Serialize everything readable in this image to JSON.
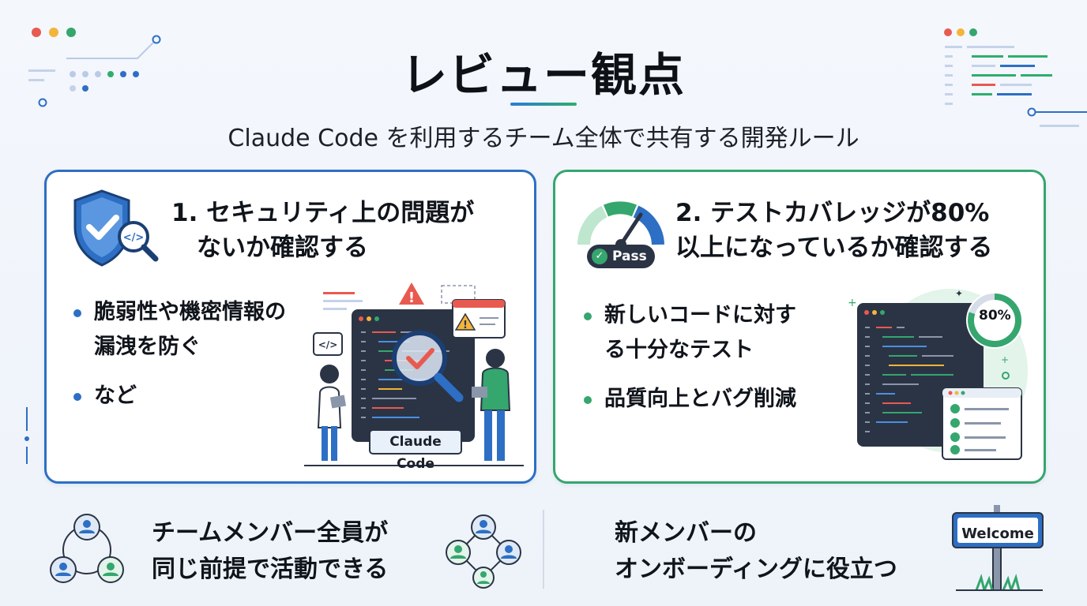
{
  "header": {
    "title": "レビュー観点",
    "subtitle": "Claude Code を利用するチーム全体で共有する開発ルール"
  },
  "card_security": {
    "heading_line1": "1. セキュリティ上の問題が",
    "heading_line2": "ないか確認する",
    "bullets": [
      "脆弱性や機密情報の",
      "漏洩を防ぐ",
      "など"
    ],
    "illustration_label": "Claude Code"
  },
  "card_coverage": {
    "heading_line1": "2. テストカバレッジが80%",
    "heading_line2": "以上になっているか確認する",
    "gauge_badge": "Pass",
    "bullets": [
      "新しいコードに対す",
      "る十分なテスト",
      "品質向上とバグ削減"
    ],
    "coverage_badge": "80%"
  },
  "footer": {
    "left_line1": "チームメンバー全員が",
    "left_line2": "同じ前提で活動できる",
    "right_line1": "新メンバーの",
    "right_line2": "オンボーディングに役立つ",
    "sign_label": "Welcome"
  },
  "colors": {
    "blue": "#2d6fc4",
    "green": "#35a66e",
    "dark": "#2b3445",
    "warning": "#e85a4f",
    "gold": "#f4b43a"
  }
}
